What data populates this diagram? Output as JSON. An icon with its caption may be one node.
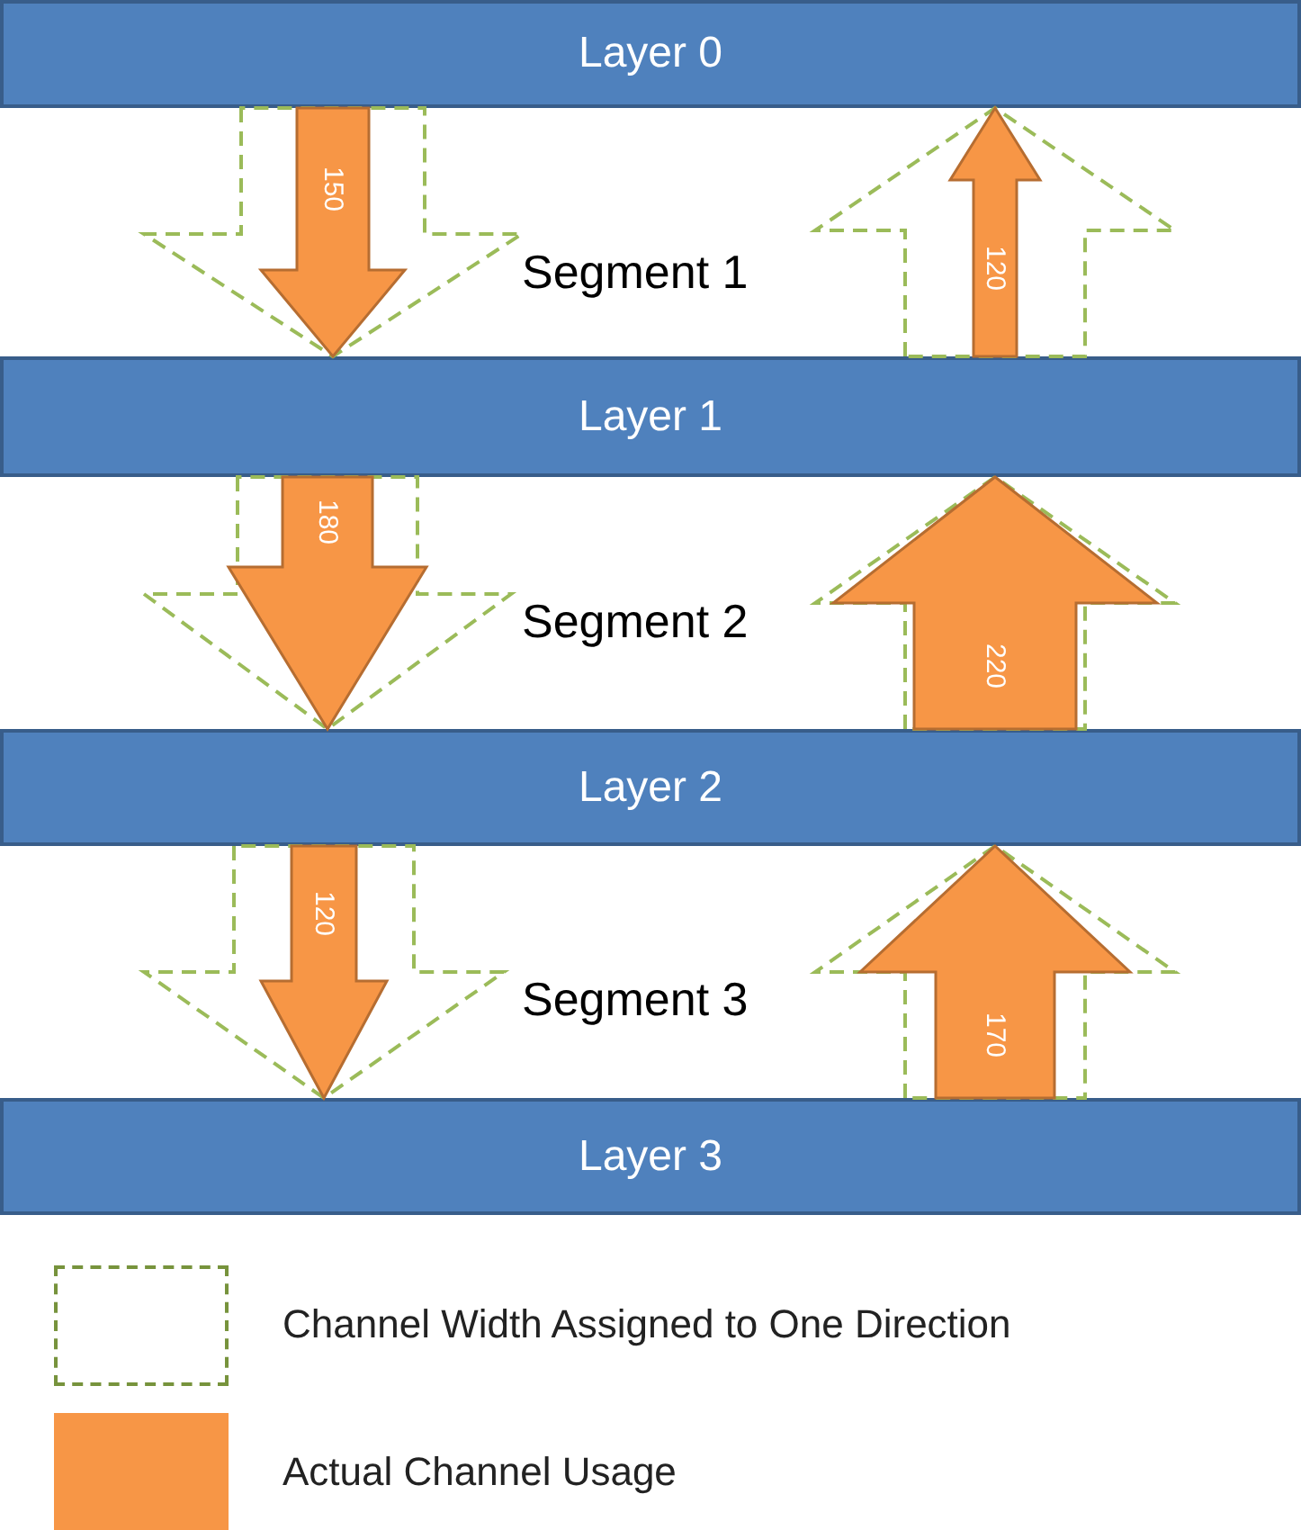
{
  "diagram": {
    "nodes": [
      {
        "text": [
          "Layer 0"
        ]
      },
      {
        "text": [
          "Layer 1"
        ]
      },
      {
        "text": [
          "Layer 2"
        ]
      },
      {
        "text": [
          "Layer 3"
        ]
      }
    ],
    "edges": [
      {
        "from": 0,
        "to": 1,
        "arrow": "to",
        "style": "dashed",
        "color": "#9bbb59"
      },
      {
        "from": 0,
        "to": 1,
        "arrow": "to",
        "label": "150"
      },
      {
        "from": 1,
        "to": 0,
        "arrow": "to",
        "style": "dashed",
        "color": "#9bbb59"
      },
      {
        "from": 1,
        "to": 0,
        "arrow": "to",
        "label": "120"
      },
      {
        "from": 1,
        "to": 2,
        "arrow": "to",
        "style": "dashed",
        "color": "#9bbb59"
      },
      {
        "from": 1,
        "to": 2,
        "arrow": "to",
        "label": "180"
      },
      {
        "from": 2,
        "to": 1,
        "arrow": "to",
        "style": "dashed",
        "color": "#9bbb59"
      },
      {
        "from": 2,
        "to": 1,
        "arrow": "to",
        "label": "220"
      },
      {
        "from": 2,
        "to": 3,
        "arrow": "to",
        "style": "dashed",
        "color": "#9bbb59"
      },
      {
        "from": 2,
        "to": 3,
        "arrow": "to",
        "label": "120"
      },
      {
        "from": 3,
        "to": 2,
        "arrow": "to",
        "style": "dashed",
        "color": "#9bbb59"
      },
      {
        "from": 3,
        "to": 2,
        "arrow": "to",
        "label": "170"
      }
    ],
    "labels": [
      "Segment 1",
      "Segment 2",
      "Segment 3"
    ],
    "legend": [
      {
        "text": "Channel Width Assigned to One Direction"
      },
      {
        "text": "Actual Channel Usage",
        "color": "#f79646"
      }
    ]
  }
}
